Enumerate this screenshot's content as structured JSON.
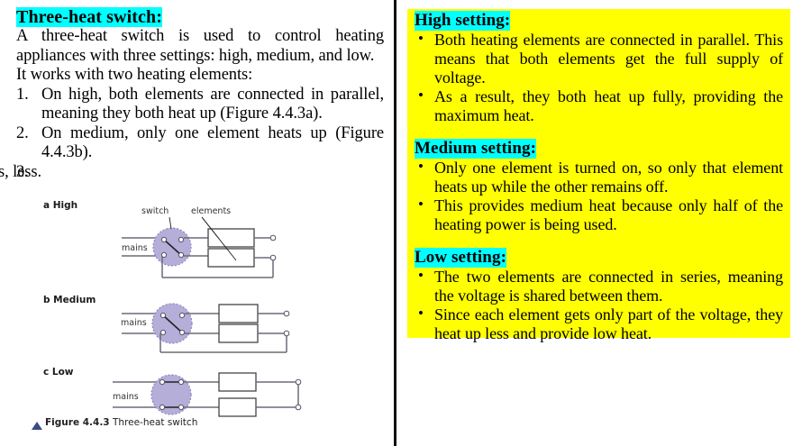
{
  "left": {
    "title": "Three-heat switch:",
    "intro": "A three-heat switch is used to control heating appliances with three settings: high, medium, and low.",
    "intro2": "It works with two heating elements:",
    "items": [
      {
        "marker": "1.",
        "text": "On high, both elements are connected in parallel, meaning they both heat up (Figure 4.4.3a)."
      },
      {
        "marker": "2.",
        "text": "On medium, only one element heats up (Figure 4.4.3b)."
      },
      {
        "marker": "3.",
        "text_visible_tail": "n series, less."
      }
    ]
  },
  "figure": {
    "labels": {
      "a": "a High",
      "b": "b Medium",
      "c": "c Low",
      "switch": "switch",
      "elements": "elements",
      "mains": "mains"
    },
    "caption_bold": "Figure 4.4.3",
    "caption_rest": "Three-heat switch",
    "colors": {
      "switch_fill": "#b4aed8",
      "switch_stroke": "#8f86c2",
      "wire": "#6b6b78",
      "box_stroke": "#444444",
      "caption_marker": "#3b4a86"
    }
  },
  "right": {
    "sections": [
      {
        "heading": "High setting:",
        "bullets": [
          "Both heating elements are connected in parallel. This means that both elements get the full supply of voltage.",
          "As a result, they both heat up fully, providing the maximum heat."
        ]
      },
      {
        "heading": "Medium setting:",
        "bullets": [
          "Only one element is turned on, so only that element heats up while the other remains off.",
          "This provides medium heat because only half of the heating power is being used."
        ]
      },
      {
        "heading": "Low setting:",
        "bullets": [
          "The two elements are connected in series, meaning the voltage is shared between them.",
          "Since each element gets only part of the voltage, they heat up less and provide low heat."
        ]
      }
    ],
    "bullet_glyph": "•"
  },
  "colors": {
    "highlight_cyan": "#00ffff",
    "highlight_yellow": "#ffff00",
    "divider": "#111111",
    "text": "#000000"
  }
}
